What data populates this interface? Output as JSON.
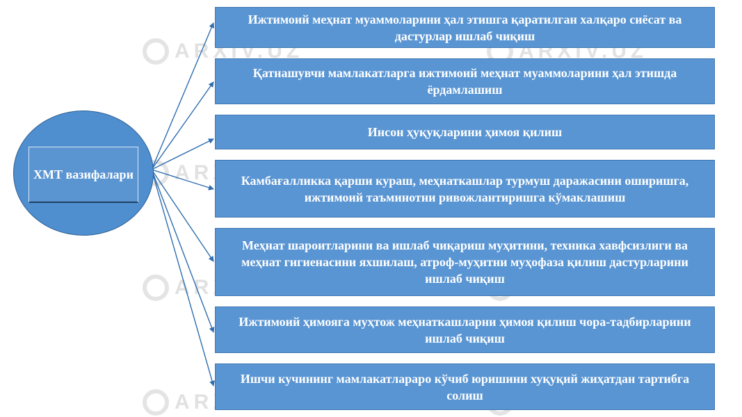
{
  "hub": {
    "label": "ХМТ вазифалари"
  },
  "tasks": [
    "Ижтимоий меҳнат муаммоларини ҳал этишга қаратилган халқаро сиёсат ва дастурлар ишлаб чиқиш",
    "Қатнашувчи мамлакатларга ижтимоий меҳнат муаммоларини ҳал этишда ёрдамлашиш",
    "Инсон ҳуқуқларини ҳимоя қилиш",
    "Камбағалликка қарши кураш, меҳнаткашлар турмуш даражасини оширишга, ижтимоий таъминотни ривожлантиришга кўмаклашиш",
    "Меҳнат шароитларини ва ишлаб чиқариш муҳитини, техника хавфсизлиги ва меҳнат гигиенасини яхшилаш, атроф-муҳитни муҳофаза қилиш дастурларини ишлаб чиқиш",
    "Ижтимоий ҳимояга муҳтож меҳнаткашларни ҳимоя қилиш чора-тадбирларини ишлаб чиқиш",
    "Ишчи кучининг мамлакатлараро кўчиб юришини хуқуқий жиҳатдан тартибга солиш"
  ],
  "watermark": "ARXIV.UZ",
  "colors": {
    "box_fill": "#5995d3",
    "hub_fill": "#4f8fcf",
    "connector": "#2e6db0",
    "text": "#ffffff"
  }
}
